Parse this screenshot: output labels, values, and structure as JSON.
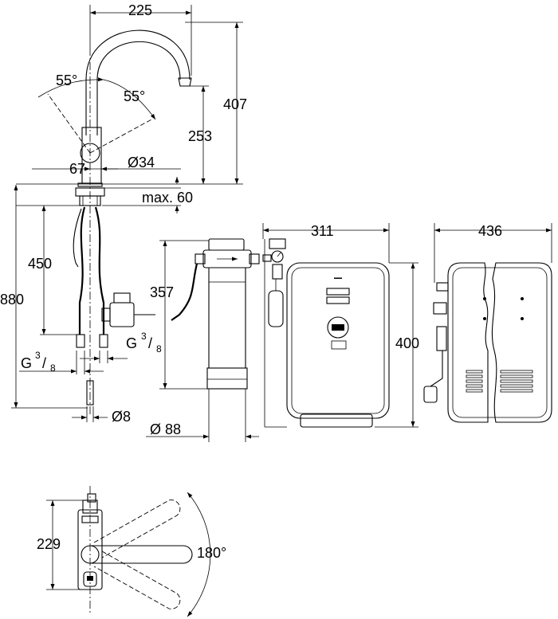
{
  "dimensions": {
    "spout_reach": "225",
    "total_height": "407",
    "spout_height": "253",
    "angle_left": "55°",
    "angle_right": "55°",
    "handle_offset": "67",
    "base_diameter": "Ø34",
    "max_counter": "max. 60",
    "hose_length": "450",
    "total_length": "880",
    "filter_height": "357",
    "thread_left_prefix": "G",
    "thread_left_num": "3",
    "thread_left_den": "8",
    "thread_right_prefix": "G",
    "thread_right_num": "3",
    "thread_right_den": "8",
    "pipe_diameter": "Ø8",
    "filter_diameter": "Ø 88",
    "boiler_width": "311",
    "boiler_depth": "436",
    "boiler_height": "400",
    "top_view_depth": "229",
    "swivel_angle": "180°"
  }
}
